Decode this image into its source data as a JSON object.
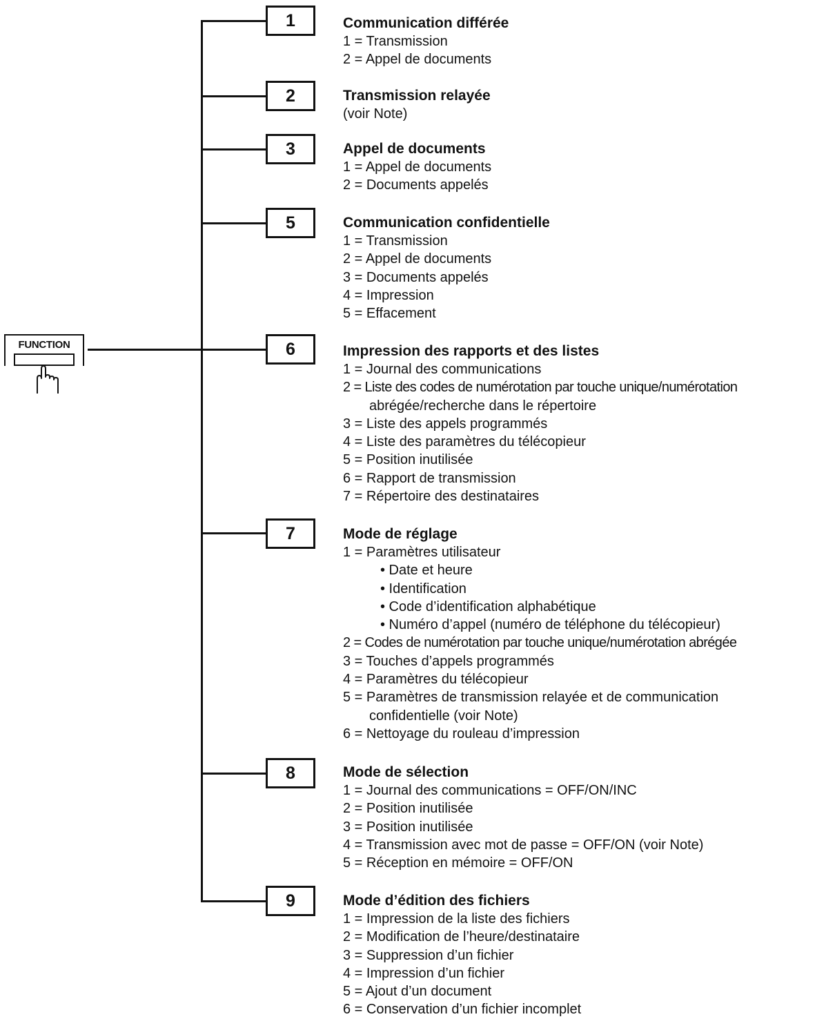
{
  "function_key": {
    "label": "FUNCTION"
  },
  "sections": [
    {
      "number": "1",
      "title": "Communication différée",
      "items": [
        "1 = Transmission",
        "2 = Appel de documents"
      ]
    },
    {
      "number": "2",
      "title": "Transmission relayée",
      "items": [
        "(voir Note)"
      ]
    },
    {
      "number": "3",
      "title": "Appel de documents",
      "items": [
        "1 = Appel de documents",
        "2 = Documents appelés"
      ]
    },
    {
      "number": "5",
      "title": "Communication confidentielle",
      "items": [
        "1 = Transmission",
        "2 = Appel de documents",
        "3 = Documents appelés",
        "4 = Impression",
        "5 = Effacement"
      ]
    },
    {
      "number": "6",
      "title": "Impression des rapports et des listes",
      "items": [
        "1 = Journal des communications",
        "2 = Liste des codes de numérotation par touche unique/numérotation",
        "abrégée/recherche dans le répertoire",
        "3 = Liste des appels programmés",
        "4 = Liste des paramètres du télécopieur",
        "5 = Position inutilisée",
        "6 = Rapport de transmission",
        "7 = Répertoire des destinataires"
      ]
    },
    {
      "number": "7",
      "title": "Mode de réglage",
      "items": [
        "1 = Paramètres utilisateur",
        "• Date et heure",
        "• Identification",
        "• Code d’identification alphabétique",
        "• Numéro d’appel (numéro de téléphone du télécopieur)",
        "2 = Codes de numérotation par touche unique/numérotation abrégée",
        "3 = Touches d’appels programmés",
        "4 = Paramètres du télécopieur",
        "5 = Paramètres de transmission relayée et de communication",
        "confidentielle (voir Note)",
        "6 = Nettoyage du rouleau d’impression"
      ]
    },
    {
      "number": "8",
      "title": "Mode de sélection",
      "items": [
        "1 = Journal des communications = OFF/ON/INC",
        "2 = Position inutilisée",
        "3 = Position inutilisée",
        "4 = Transmission avec mot de passe = OFF/ON (voir Note)",
        "5 = Réception en mémoire = OFF/ON"
      ]
    },
    {
      "number": "9",
      "title": "Mode d’édition des fichiers",
      "items": [
        "1 = Impression de la liste des fichiers",
        "2 = Modification de l’heure/destinataire",
        "3 = Suppression d’un fichier",
        "4 = Impression d’un fichier",
        "5 = Ajout d’un document",
        "6 = Conservation d’un fichier incomplet"
      ]
    }
  ]
}
